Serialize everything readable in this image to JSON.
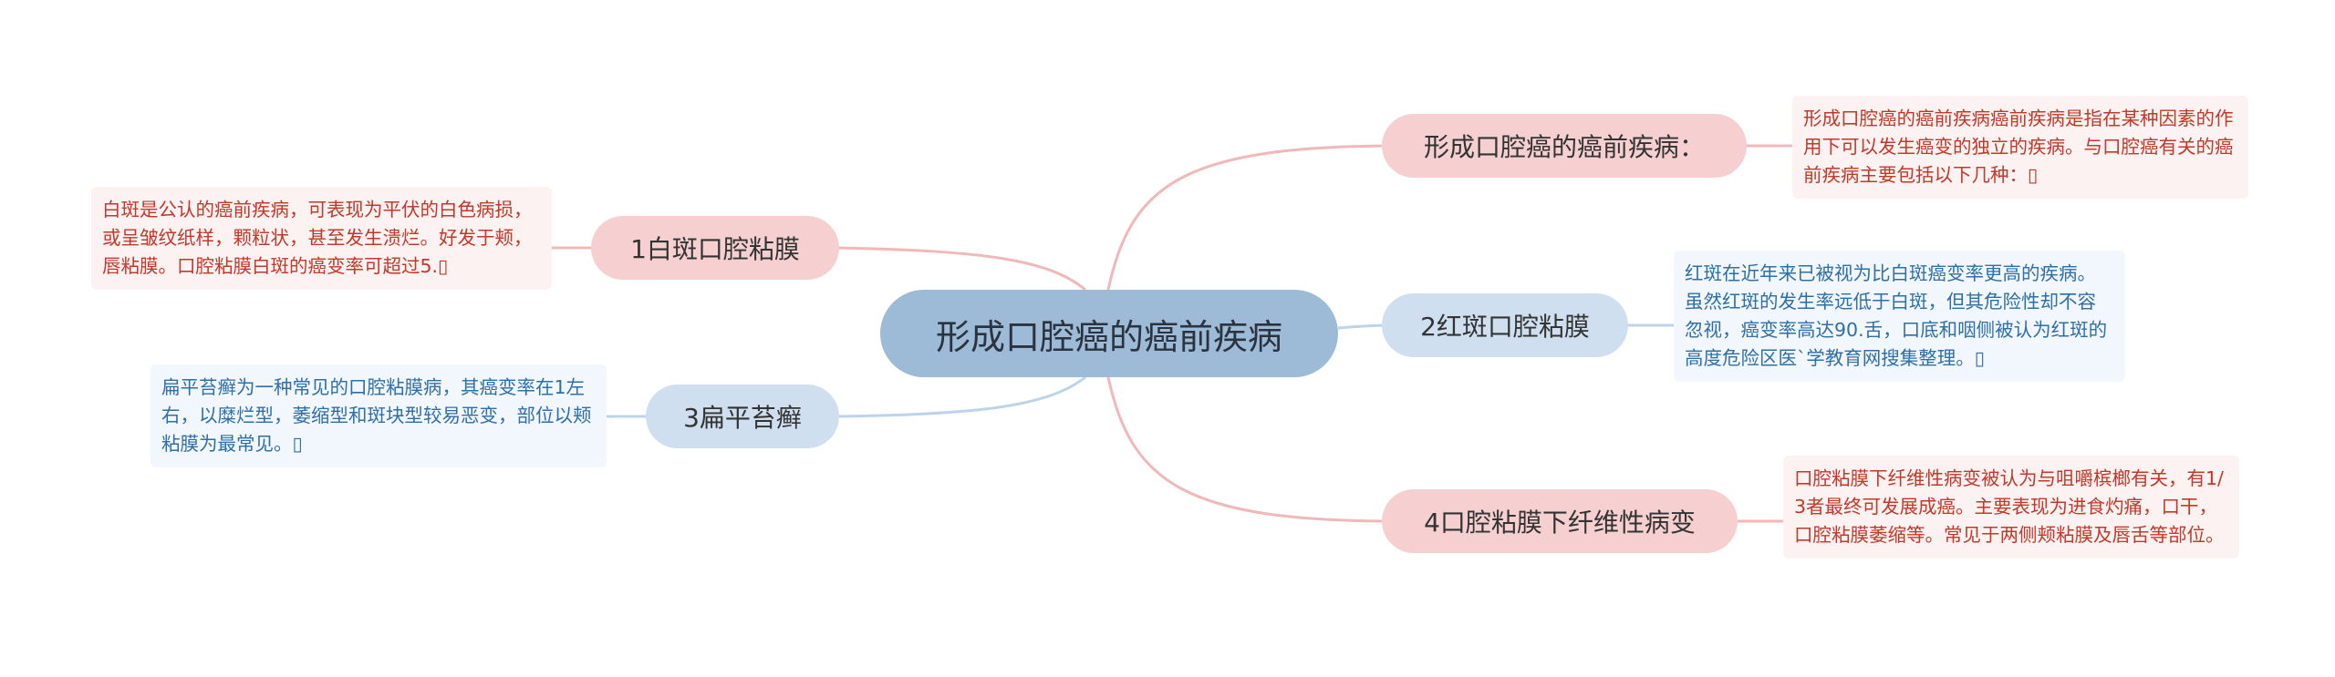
{
  "root": {
    "label": "形成口腔癌的癌前疾病"
  },
  "branches": {
    "intro": {
      "label": "形成口腔癌的癌前疾病：",
      "note": "形成口腔癌的癌前疾病癌前疾病是指在某种因素的作用下可以发生癌变的独立的疾病。与口腔癌有关的癌前疾病主要包括以下几种：▯"
    },
    "leukoplakia": {
      "label": "1白斑口腔粘膜",
      "note": "白斑是公认的癌前疾病，可表现为平伏的白色病损，或呈皱纹纸样，颗粒状，甚至发生溃烂。好发于颊，唇粘膜。口腔粘膜白斑的癌变率可超过5.▯"
    },
    "erythroplakia": {
      "label": "2红斑口腔粘膜",
      "note": "红斑在近年来已被视为比白斑癌变率更高的疾病。虽然红斑的发生率远低于白斑，但其危险性却不容忽视，癌变率高达90.舌，口底和咽侧被认为红斑的高度危险区医`学教育网搜集整理。▯"
    },
    "lichen": {
      "label": "3扁平苔癣",
      "note": "扁平苔癣为一种常见的口腔粘膜病，其癌变率在1左右，以糜烂型，萎缩型和斑块型较易恶变，部位以颊粘膜为最常见。▯"
    },
    "fibrosis": {
      "label": "4口腔粘膜下纤维性病变",
      "note": "口腔粘膜下纤维性病变被认为与咀嚼槟榔有关，有1/3者最终可发展成癌。主要表现为进食灼痛，口干，口腔粘膜萎缩等。常见于两侧颊粘膜及唇舌等部位。"
    }
  },
  "colors": {
    "root_fill": "#9dbad6",
    "pink_fill": "#f6d0d1",
    "blue_fill": "#cfdff0",
    "pink_text": "#c0392b",
    "blue_text": "#2f6fa8",
    "pink_link": "#f0b8b8",
    "blue_link": "#bcd3ea"
  }
}
